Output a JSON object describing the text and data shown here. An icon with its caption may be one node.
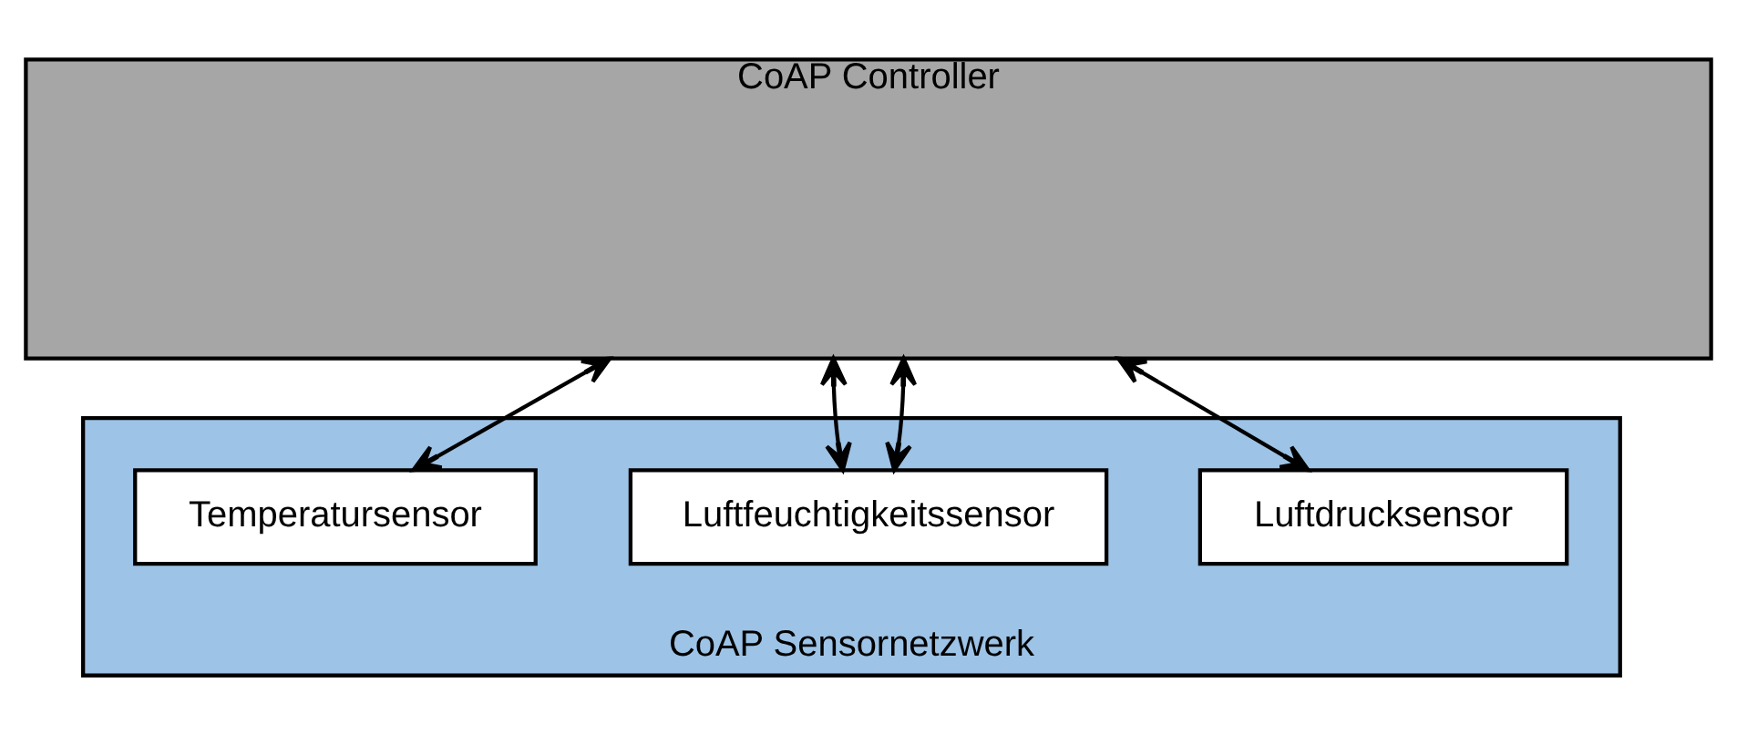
{
  "diagram": {
    "nodes": [
      {
        "text": [
          "CoAP Controller"
        ]
      },
      {
        "text": [
          "CoAP Sensornetzwerk"
        ]
      },
      {
        "text": [
          "Temperatursensor"
        ],
        "in": 1
      },
      {
        "text": [
          "Luftfeuchtigkeitssensor"
        ],
        "in": 1
      },
      {
        "text": [
          "Luftdrucksensor"
        ],
        "in": 1
      }
    ],
    "edges": [
      {
        "from": 0,
        "to": 2,
        "arrow": "both"
      },
      {
        "from": 0,
        "to": 3,
        "arrow": "both"
      },
      {
        "from": 0,
        "to": 3,
        "arrow": "both"
      },
      {
        "from": 0,
        "to": 4,
        "arrow": "both"
      }
    ]
  }
}
